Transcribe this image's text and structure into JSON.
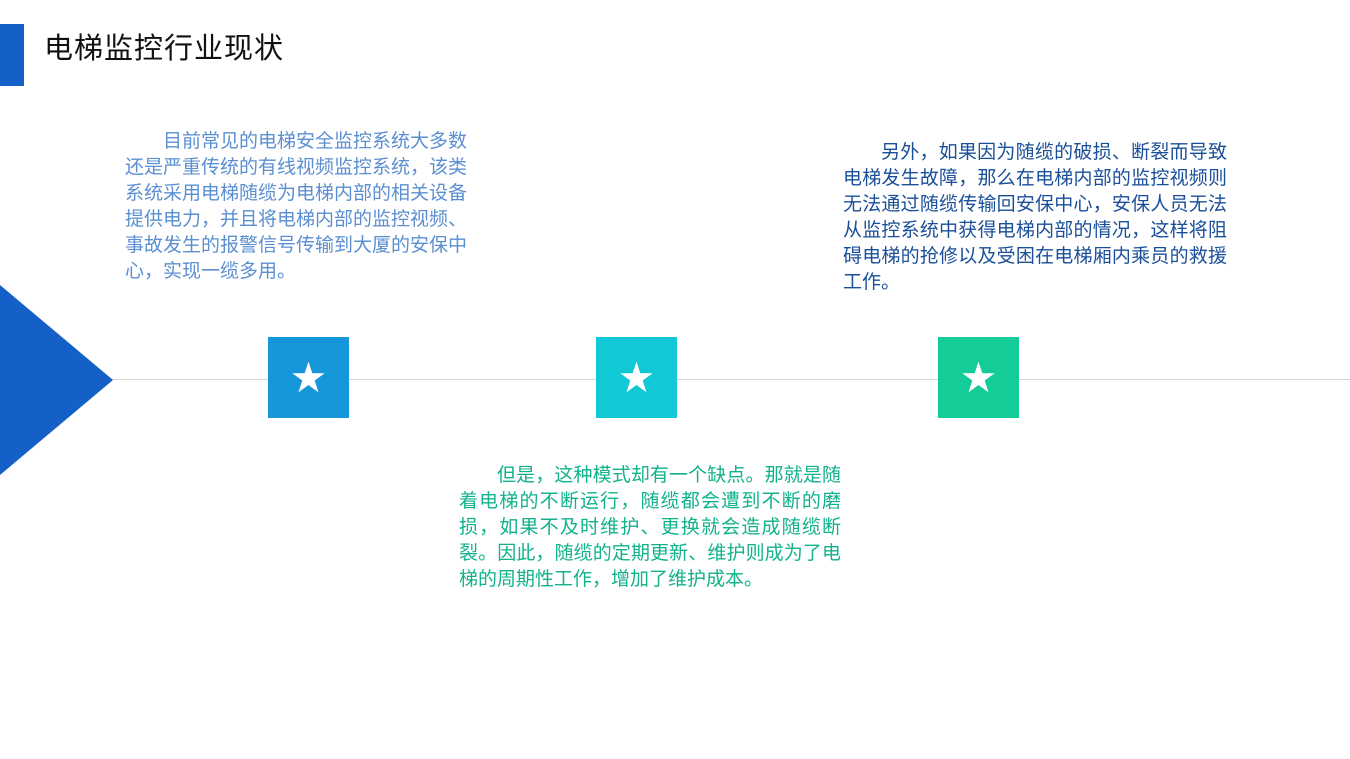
{
  "header": {
    "title": "电梯监控行业现状"
  },
  "colors": {
    "accent": "#1560c7",
    "marker_1": "#1697d9",
    "marker_2": "#11c8d6",
    "marker_3": "#13cc98",
    "text_1": "#5b8fd1",
    "text_2": "#12b28c",
    "text_3": "#1a4f99"
  },
  "markers": [
    {
      "icon": "star-icon",
      "glyph": "★"
    },
    {
      "icon": "star-icon",
      "glyph": "★"
    },
    {
      "icon": "star-icon",
      "glyph": "★"
    }
  ],
  "paragraphs": [
    {
      "text": "目前常见的电梯安全监控系统大多数还是严重传统的有线视频监控系统，该类系统采用电梯随缆为电梯内部的相关设备提供电力，并且将电梯内部的监控视频、事故发生的报警信号传输到大厦的安保中心，实现一缆多用。"
    },
    {
      "text": "但是，这种模式却有一个缺点。那就是随着电梯的不断运行，随缆都会遭到不断的磨损，如果不及时维护、更换就会造成随缆断裂。因此，随缆的定期更新、维护则成为了电梯的周期性工作，增加了维护成本。"
    },
    {
      "text": "另外，如果因为随缆的破损、断裂而导致电梯发生故障，那么在电梯内部的监控视频则无法通过随缆传输回安保中心，安保人员无法从监控系统中获得电梯内部的情况，这样将阻碍电梯的抢修以及受困在电梯厢内乘员的救援工作。"
    }
  ]
}
